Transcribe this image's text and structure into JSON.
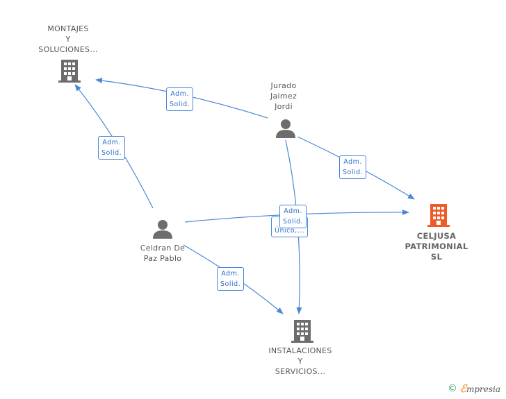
{
  "nodes": {
    "montajes": {
      "label": "MONTAJES\nY\nSOLUCIONES...",
      "icon": "building-icon",
      "color": "#6d6d6d"
    },
    "jurado": {
      "label": "Jurado\nJaimez\nJordi",
      "icon": "person-icon",
      "color": "#6d6d6d"
    },
    "celdran": {
      "label": "Celdran De\nPaz Pablo",
      "icon": "person-icon",
      "color": "#6d6d6d"
    },
    "celjusa": {
      "label": "CELJUSA\nPATRIMONIAL\nSL",
      "icon": "building-icon",
      "color": "#f05a28"
    },
    "instalaciones": {
      "label": "INSTALACIONES\nY\nSERVICIOS...",
      "icon": "building-icon",
      "color": "#6d6d6d"
    }
  },
  "edges": [
    {
      "from": "jurado",
      "to": "montajes",
      "label": "Adm.\nSolid."
    },
    {
      "from": "celdran",
      "to": "montajes",
      "label": "Adm.\nSolid."
    },
    {
      "from": "jurado",
      "to": "celjusa",
      "label": "Adm.\nSolid."
    },
    {
      "from": "celdran",
      "to": "celjusa",
      "label": "Adm.\nSolid."
    },
    {
      "from": "jurado",
      "to": "instalaciones",
      "label": "Único,..."
    },
    {
      "from": "celdran",
      "to": "instalaciones",
      "label": "Adm.\nSolid."
    }
  ],
  "footer": {
    "copyright": "©",
    "brand_initial": "ℰ",
    "brand_rest": "mpresia"
  },
  "colors": {
    "edge": "#4a86d8",
    "accent": "#f05a28",
    "icon": "#6d6d6d"
  }
}
